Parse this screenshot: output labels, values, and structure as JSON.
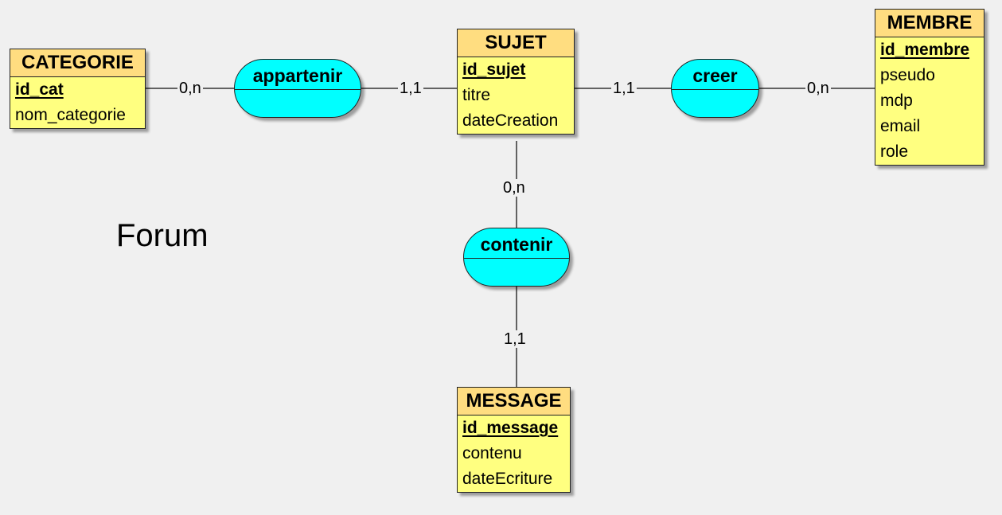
{
  "diagram": {
    "title": "Forum",
    "colors": {
      "background": "#f0f0f0",
      "entity_header": "#ffdd80",
      "entity_body": "#ffff80",
      "association": "#00ffff",
      "line": "#333333"
    }
  },
  "entities": {
    "categorie": {
      "name": "CATEGORIE",
      "key": "id_cat",
      "attributes": [
        "nom_categorie"
      ]
    },
    "sujet": {
      "name": "SUJET",
      "key": "id_sujet",
      "attributes": [
        "titre",
        "dateCreation"
      ]
    },
    "membre": {
      "name": "MEMBRE",
      "key": "id_membre",
      "attributes": [
        "pseudo",
        "mdp",
        "email",
        "role"
      ]
    },
    "message": {
      "name": "MESSAGE",
      "key": "id_message",
      "attributes": [
        "contenu",
        "dateEcriture"
      ]
    }
  },
  "associations": {
    "appartenir": {
      "name": "appartenir"
    },
    "creer": {
      "name": "creer"
    },
    "contenir": {
      "name": "contenir"
    }
  },
  "cardinalities": {
    "categorie_appartenir": "0,n",
    "appartenir_sujet": "1,1",
    "sujet_creer": "1,1",
    "creer_membre": "0,n",
    "sujet_contenir": "0,n",
    "contenir_message": "1,1"
  }
}
